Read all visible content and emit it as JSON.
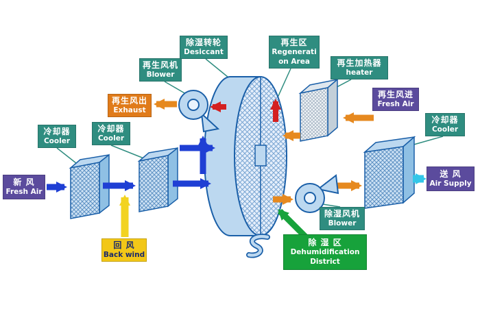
{
  "labels": {
    "fresh_air_in": {
      "zh": "新 风",
      "en": "Fresh Air"
    },
    "cooler1": {
      "zh": "冷却器",
      "en": "Cooler"
    },
    "cooler2": {
      "zh": "冷却器",
      "en": "Cooler"
    },
    "back_wind": {
      "zh": "回 风",
      "en": "Back wind"
    },
    "exhaust": {
      "zh": "再生风出",
      "en": "Exhaust"
    },
    "regen_blower": {
      "zh": "再生风机",
      "en": "Blower"
    },
    "desiccant": {
      "zh": "除湿转轮",
      "en": "Desiccant"
    },
    "regen_area": {
      "zh": "再生区",
      "en1": "Regenerati",
      "en2": "on Area"
    },
    "heater": {
      "zh": "再生加热器",
      "en": "heater"
    },
    "regen_fresh_air": {
      "zh": "再生风进",
      "en": "Fresh Air"
    },
    "cooler3": {
      "zh": "冷却器",
      "en": "Cooler"
    },
    "air_supply": {
      "zh": "送 风",
      "en": "Air Supply"
    },
    "dehumid_blower": {
      "zh": "除湿风机",
      "en": "Blower"
    },
    "dehumid_district": {
      "zh": "除 湿 区",
      "en1": "Dehumidification",
      "en2": "District"
    }
  },
  "colors": {
    "label_teal": "#2f8d80",
    "label_purple": "#5b4b9d",
    "label_orange": "#e07b1a",
    "label_yellow": "#f2c718",
    "label_green": "#17a23b",
    "arrow_blue": "#1f3fd4",
    "arrow_orange": "#e6891f",
    "arrow_red": "#d42020",
    "arrow_yellow": "#f2d321",
    "arrow_cyan": "#33c6e8",
    "arrow_green": "#17a23b",
    "unit_fill": "#bcd8f0",
    "outline_blue": "#1a5fa8"
  }
}
